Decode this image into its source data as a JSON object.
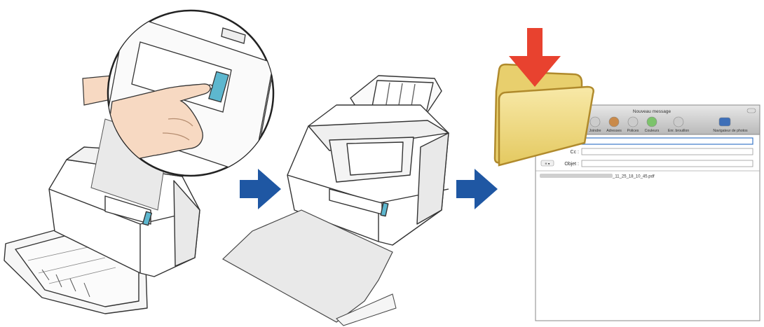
{
  "colors": {
    "arrow_blue": "#1f57a3",
    "download_red": "#e8422f",
    "folder_yellow": "#f2dc8a",
    "button_teal": "#5db7cf",
    "paper_grey": "#e9e9e9"
  },
  "steps": [
    {
      "name": "scan-button-press",
      "icon": "finger-pressing-scan-button"
    },
    {
      "name": "document-scanned",
      "icon": "scanner-ejecting-paper"
    },
    {
      "name": "email-attachment",
      "icon": "folder-download-and-mail"
    }
  ],
  "mail_window": {
    "title": "Nouveau message",
    "toolbar": [
      "Joindre",
      "Adresses",
      "Polices",
      "Couleurs",
      "Enr. brouillon",
      "Navigateur de photos"
    ],
    "cc_label": "Cc :",
    "subject_label": "Objet :",
    "attachment_name": "_11_25_18_10_45.pdf"
  }
}
